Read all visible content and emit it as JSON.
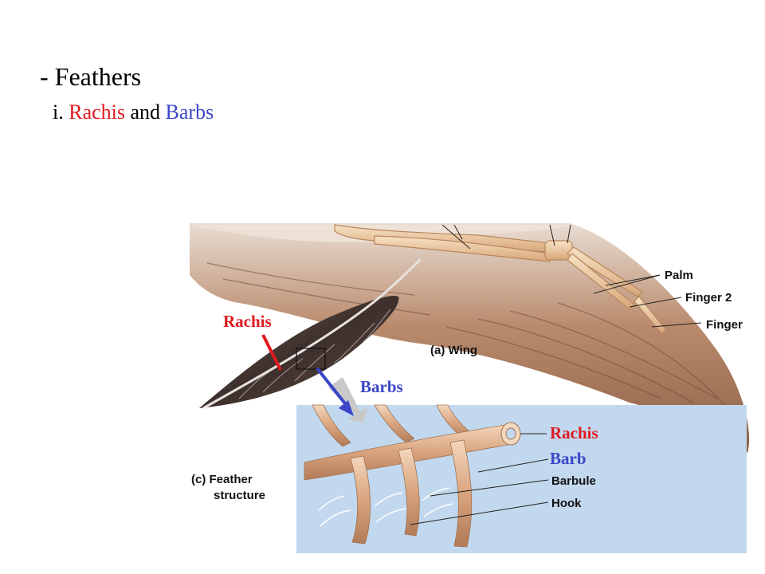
{
  "slide": {
    "title": "- Feathers",
    "subtitle_prefix": "i.",
    "subtitle_rachis": "Rachis",
    "subtitle_and": "and",
    "subtitle_barbs": "Barbs"
  },
  "figure": {
    "label_palm": "Palm",
    "label_finger2": "Finger 2",
    "label_finger": "Finger",
    "caption_wing": "(a) Wing",
    "caption_structure_line1": "(c) Feather",
    "caption_structure_line2": "structure",
    "label_barbule": "Barbule",
    "label_hook": "Hook"
  },
  "annotations": {
    "rachis_left": "Rachis",
    "barbs": "Barbs",
    "rachis_right": "Rachis",
    "barb_right": "Barb"
  },
  "colors": {
    "red_accent": "#e0191f",
    "blue_accent": "#3a46c8"
  }
}
